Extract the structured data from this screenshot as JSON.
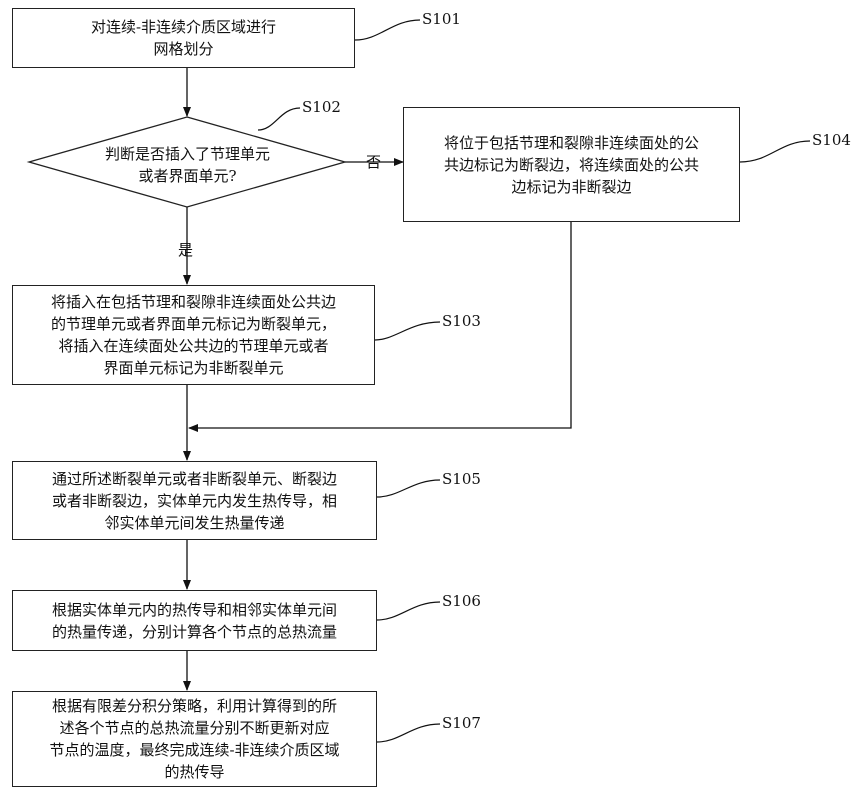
{
  "steps": {
    "s101": {
      "id": "S101",
      "text": [
        "对连续-非连续介质区域进行",
        "网格划分"
      ]
    },
    "s102": {
      "id": "S102",
      "text": [
        "判断是否插入了节理单元",
        "或者界面单元?"
      ]
    },
    "s103": {
      "id": "S103",
      "text": [
        "将插入在包括节理和裂隙非连续面处公共边",
        "的节理单元或者界面单元标记为断裂单元，",
        "将插入在连续面处公共边的节理单元或者",
        "界面单元标记为非断裂单元"
      ]
    },
    "s104": {
      "id": "S104",
      "text": [
        "将位于包括节理和裂隙非连续面处的公",
        "共边标记为断裂边，将连续面处的公共",
        "边标记为非断裂边"
      ]
    },
    "s105": {
      "id": "S105",
      "text": [
        "通过所述断裂单元或者非断裂单元、断裂边",
        "或者非断裂边，实体单元内发生热传导，相",
        "邻实体单元间发生热量传递"
      ]
    },
    "s106": {
      "id": "S106",
      "text": [
        "根据实体单元内的热传导和相邻实体单元间",
        "的热量传递，分别计算各个节点的总热流量"
      ]
    },
    "s107": {
      "id": "S107",
      "text": [
        "根据有限差分积分策略，利用计算得到的所",
        "述各个节点的总热流量分别不断更新对应",
        "节点的温度，最终完成连续-非连续介质区域",
        "的热传导"
      ]
    }
  },
  "branches": {
    "no": "否",
    "yes": "是"
  }
}
